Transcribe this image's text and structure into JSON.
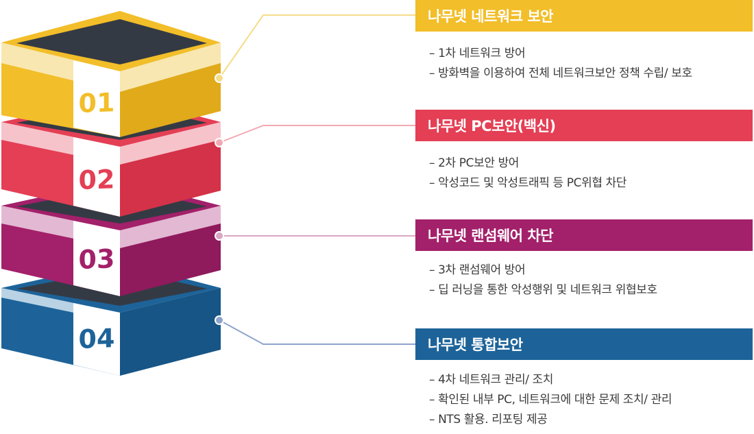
{
  "colors": {
    "yellow": "#F2BE29",
    "yellow_light": "#F8E7B0",
    "red": "#E43F55",
    "red_light": "#F6C3CB",
    "purple": "#A3206A",
    "purple_light": "#E3B8D2",
    "blue": "#1D6399",
    "blue_light": "#B9D3E5",
    "dark": "#343A44",
    "white": "#FFFFFF"
  },
  "layers": [
    {
      "number": "01",
      "title": "나무넷 네트워크 보안",
      "lines": [
        "– 1차 네트워크 방어",
        "– 방화벽을 이용하여 전체 네트워크보안 정책 수립/ 보호"
      ]
    },
    {
      "number": "02",
      "title": "나무넷 PC보안(백신)",
      "lines": [
        "– 2차 PC보안 방어",
        "– 악성코드 및 악성트래픽 등 PC위협 차단"
      ]
    },
    {
      "number": "03",
      "title": "나무넷 랜섬웨어 차단",
      "lines": [
        "– 3차 랜섬웨어 방어",
        "– 딥 러닝을 통한 악성행위 및 네트워크 위협보호"
      ]
    },
    {
      "number": "04",
      "title": "나무넷 통합보안",
      "lines": [
        "– 4차 네트워크 관리/ 조치",
        "– 확인된 내부 PC, 네트워크에 대한 문제 조치/ 관리",
        "– NTS 활용. 리포팅 제공"
      ]
    }
  ]
}
